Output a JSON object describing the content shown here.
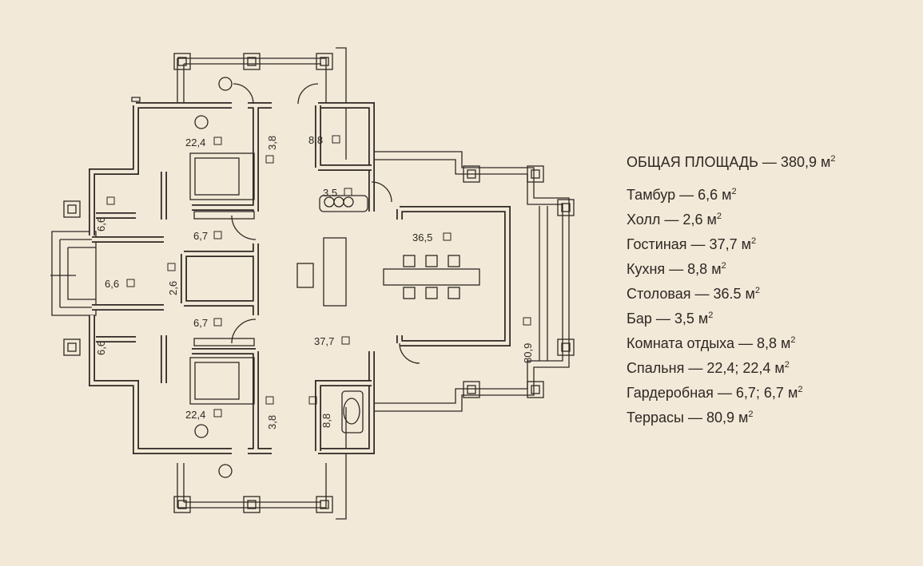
{
  "legend": {
    "total": "ОБЩАЯ ПЛОЩАДЬ — 380,9 м",
    "unit_sup": "2",
    "items": [
      "Тамбур — 6,6 м",
      "Холл — 2,6 м",
      "Гостиная — 37,7 м",
      "Кухня — 8,8 м",
      "Столовая — 36.5 м",
      "Бар — 3,5 м",
      "Комната отдыха — 8,8 м",
      "Спальня — 22,4; 22,4 м",
      "Гардеробная — 6,7; 6,7 м",
      "Террасы — 80,9 м"
    ]
  },
  "rooms": {
    "bedroom_top": "22,4",
    "bath_top": "3,8",
    "rest_room": "8,8",
    "bar": "3,5",
    "wc_top": "6,6",
    "wardrobe_top": "6,7",
    "vestibule": "6,6",
    "hall": "2,6",
    "dining": "36,5",
    "wardrobe_bottom": "6,7",
    "living": "37,7",
    "terrace": "80,9",
    "wc_bottom": "6,6",
    "bedroom_bottom": "22,4",
    "bath_bottom": "3,8",
    "kitchen": "8,8"
  },
  "colors": {
    "background": "#f3e9d8",
    "ink": "#2e2824"
  }
}
